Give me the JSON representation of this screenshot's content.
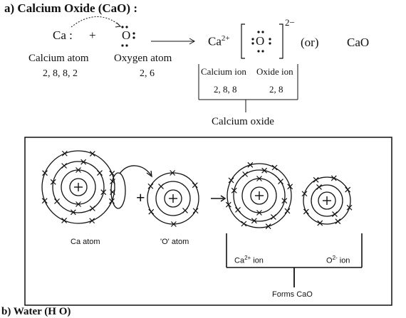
{
  "heading": "a) Calcium Oxide (CaO) :",
  "equation": {
    "ca_symbol": "Ca",
    "ca_dots": ":",
    "plus": "+",
    "o_symbol": "O",
    "ion_ca": "Ca",
    "ion_ca_charge": "2+",
    "ion_o": "O",
    "ion_o_charge": "2−",
    "or_text": "(or)",
    "product": "CaO"
  },
  "labels": {
    "calcium_atom": "Calcium atom",
    "calcium_config": "2, 8, 8, 2",
    "oxygen_atom": "Oxygen atom",
    "oxygen_config": "2, 6"
  },
  "ion_table": {
    "calcium_ion": "Calcium ion",
    "oxide_ion": "Oxide ion",
    "calcium_ion_config": "2, 8, 8",
    "oxide_ion_config": "2, 8",
    "result": "Calcium oxide"
  },
  "diagram": {
    "ca_atom": "Ca atom",
    "o_atom": "'O' atom",
    "plus": "+",
    "ca_ion": "Ca",
    "ca_ion_charge": "2+",
    "ca_ion_suffix": " ion",
    "o_ion": "O",
    "o_ion_charge": "2-",
    "o_ion_suffix": " ion",
    "forms": "Forms CaO"
  },
  "footer_cut": "b) Water (H O)"
}
